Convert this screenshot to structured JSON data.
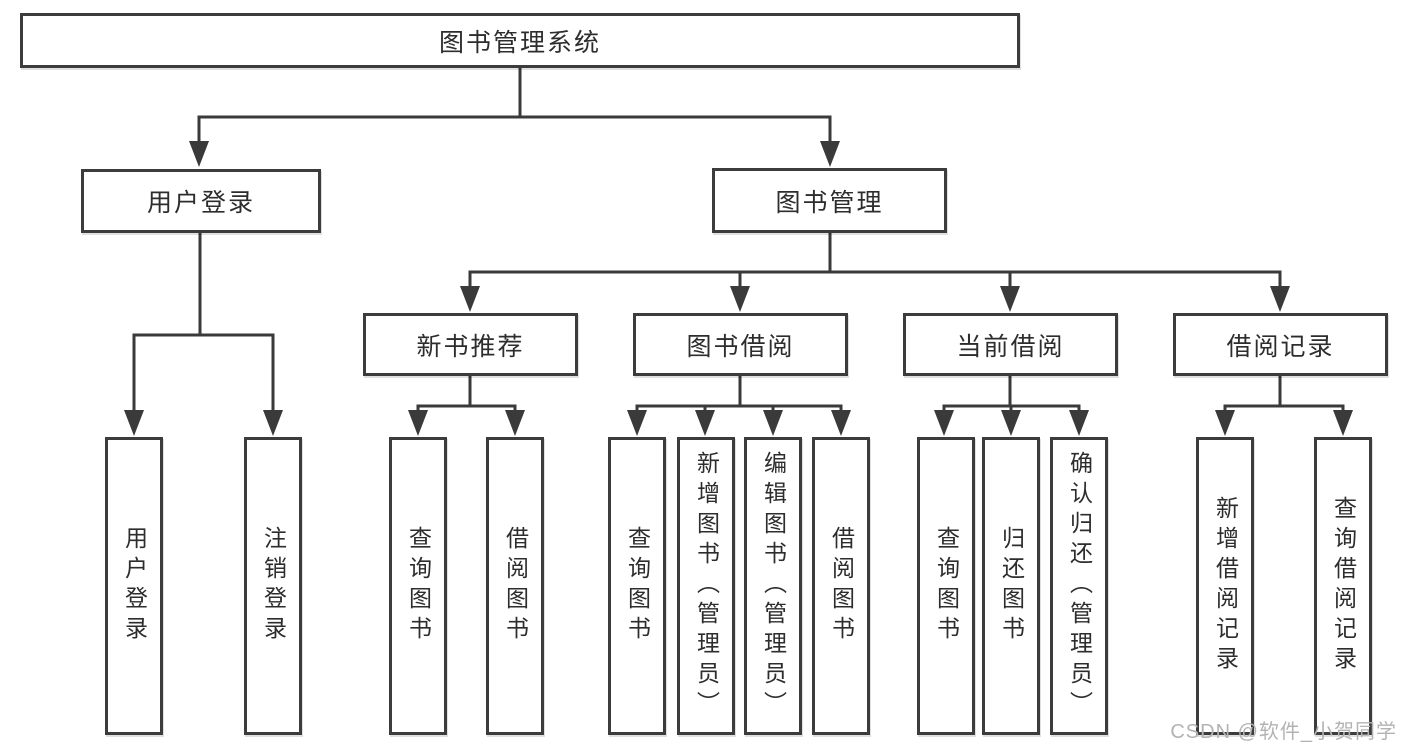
{
  "nodes": {
    "root": "图书管理系统",
    "l2": [
      {
        "label": "用户登录"
      },
      {
        "label": "图书管理"
      }
    ],
    "l3": [
      {
        "label": "新书推荐"
      },
      {
        "label": "图书借阅"
      },
      {
        "label": "当前借阅"
      },
      {
        "label": "借阅记录"
      }
    ],
    "leaves": {
      "login": [
        "用户登录",
        "注销登录"
      ],
      "new_books": [
        "查询图书",
        "借阅图书"
      ],
      "borrowing": [
        "查询图书",
        "新增图书（管理员）",
        "编辑图书（管理员）",
        "借阅图书"
      ],
      "current": [
        "查询图书",
        "归还图书",
        "确认归还（管理员）"
      ],
      "records": [
        "新增借阅记录",
        "查询借阅记录"
      ]
    }
  },
  "structure": {
    "图书管理系统": [
      "用户登录",
      "图书管理"
    ],
    "用户登录": [
      "用户登录",
      "注销登录"
    ],
    "图书管理": [
      "新书推荐",
      "图书借阅",
      "当前借阅",
      "借阅记录"
    ],
    "新书推荐": [
      "查询图书",
      "借阅图书"
    ],
    "图书借阅": [
      "查询图书",
      "新增图书（管理员）",
      "编辑图书（管理员）",
      "借阅图书"
    ],
    "当前借阅": [
      "查询图书",
      "归还图书",
      "确认归还（管理员）"
    ],
    "借阅记录": [
      "新增借阅记录",
      "查询借阅记录"
    ]
  },
  "watermark": "CSDN @软件_小贺同学",
  "colors": {
    "line": "#3a3a3a",
    "box_border": "#3c3c3c",
    "text": "#2d2d2d",
    "background": "#ffffff",
    "watermark_text": "#b3b3b3"
  }
}
